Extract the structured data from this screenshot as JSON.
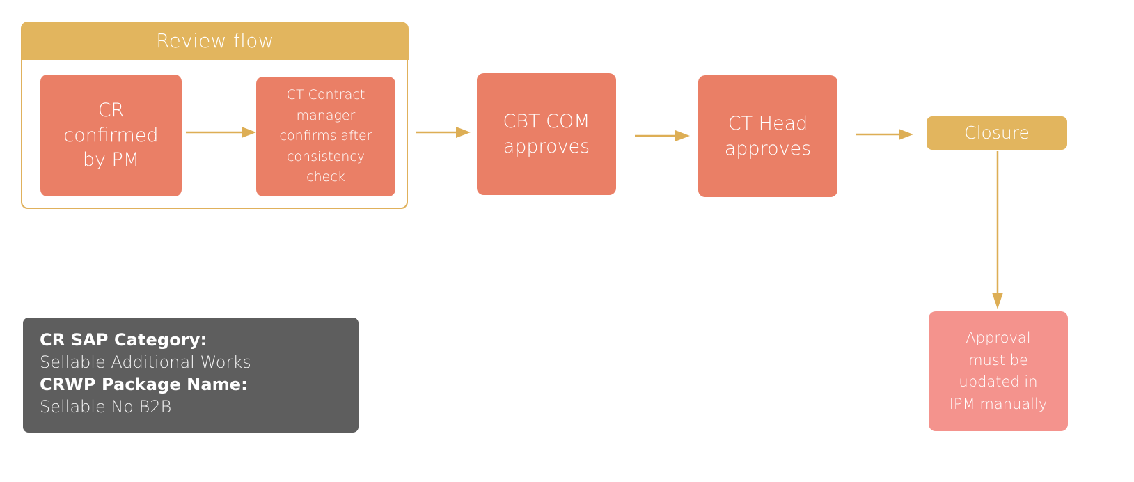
{
  "diagram": {
    "title": "Review flow",
    "colors": {
      "gold": "#E2B55E",
      "salmon": "#EA7F66",
      "pink": "#F4938D",
      "dark_gray": "#5E5E5E",
      "arrow": "#DDAE55",
      "text_on_fill": "#FFFFFF",
      "canvas": "#FFFFFF"
    },
    "group": {
      "header_label": "Review flow",
      "nodes": [
        {
          "id": "cr-confirmed",
          "label": "CR\nconfirmed\nby PM",
          "fill": "salmon"
        },
        {
          "id": "ct-contract-manager",
          "label": "CT Contract\nmanager\nconfirms after\nconsistency\ncheck",
          "fill": "salmon"
        }
      ]
    },
    "nodes": [
      {
        "id": "cbt-com",
        "label": "CBT COM\napproves",
        "fill": "salmon"
      },
      {
        "id": "ct-head",
        "label": "CT Head\napproves",
        "fill": "salmon"
      },
      {
        "id": "closure",
        "label": "Closure",
        "fill": "gold"
      },
      {
        "id": "approval-note",
        "label": "Approval\nmust be\nupdated in\nIPM manually",
        "fill": "pink"
      }
    ],
    "edges": [
      {
        "from": "cr-confirmed",
        "to": "ct-contract-manager",
        "direction": "right"
      },
      {
        "from": "ct-contract-manager",
        "to": "cbt-com",
        "direction": "right"
      },
      {
        "from": "cbt-com",
        "to": "ct-head",
        "direction": "right"
      },
      {
        "from": "ct-head",
        "to": "closure",
        "direction": "right"
      },
      {
        "from": "closure",
        "to": "approval-note",
        "direction": "down"
      }
    ]
  },
  "info_card": {
    "category_label": "CR SAP Category:",
    "category_value": "Sellable Additional Works",
    "package_label": "CRWP Package Name:",
    "package_value": "Sellable No B2B"
  }
}
